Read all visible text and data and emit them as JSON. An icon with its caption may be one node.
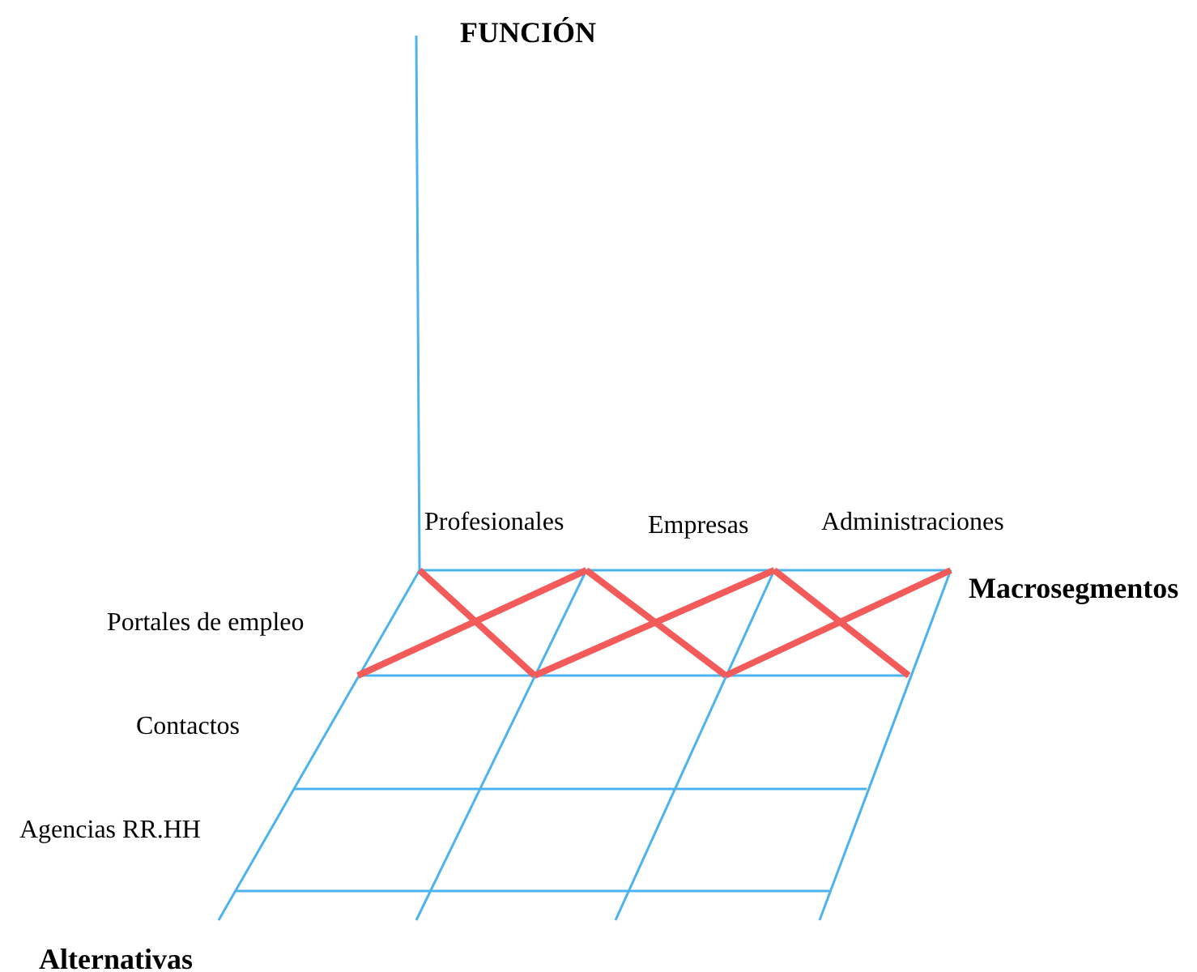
{
  "diagram": {
    "labels": [
      "FUNCIÓN",
      "Profesionales",
      "Empresas",
      "Administraciones",
      "Macrosegmentos",
      "Portales de empleo",
      "Contactos",
      "Agencias RR.HH",
      "Alternativas"
    ]
  }
}
